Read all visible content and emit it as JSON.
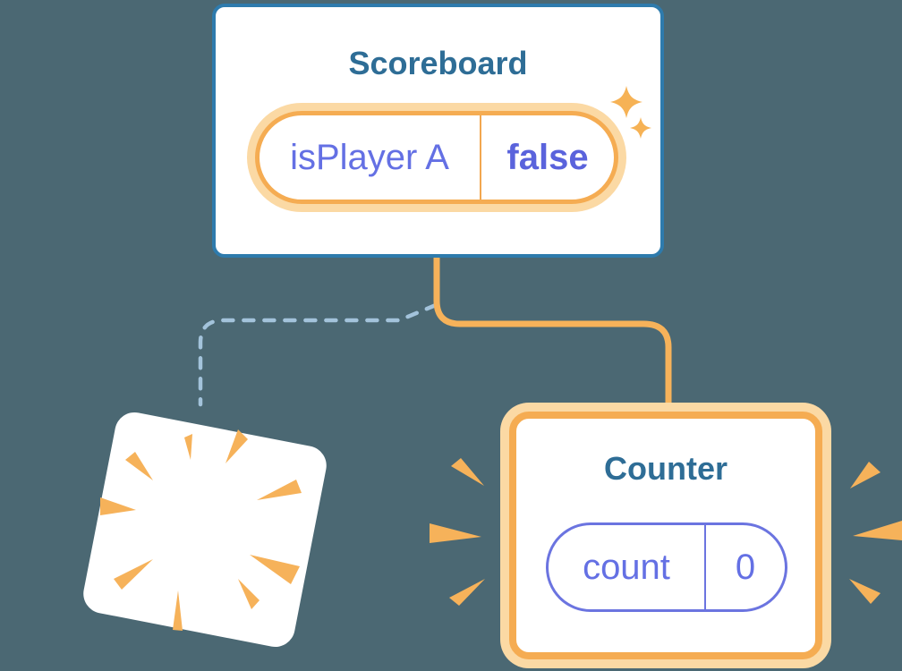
{
  "canvas": {
    "background": "#4B6873"
  },
  "colors": {
    "card_background": "#FFFFFF",
    "scoreboard_border_blue": "#2E7BAD",
    "heading_blue": "#2E6D96",
    "state_key_purple": "#6470E4",
    "state_value_purple": "#5A63DC",
    "counter_pill_border_purple": "#6B74E0",
    "highlight_orange": "#F5AC52",
    "highlight_orange_light": "#FBD9A4",
    "burst_orange": "#F6B25A",
    "dashed_connector_blue": "#A3C3DB"
  },
  "scoreboard": {
    "title": "Scoreboard",
    "state": {
      "key": "isPlayer A",
      "value": "false"
    }
  },
  "counter": {
    "title": "Counter",
    "state": {
      "key": "count",
      "value": "0"
    }
  }
}
